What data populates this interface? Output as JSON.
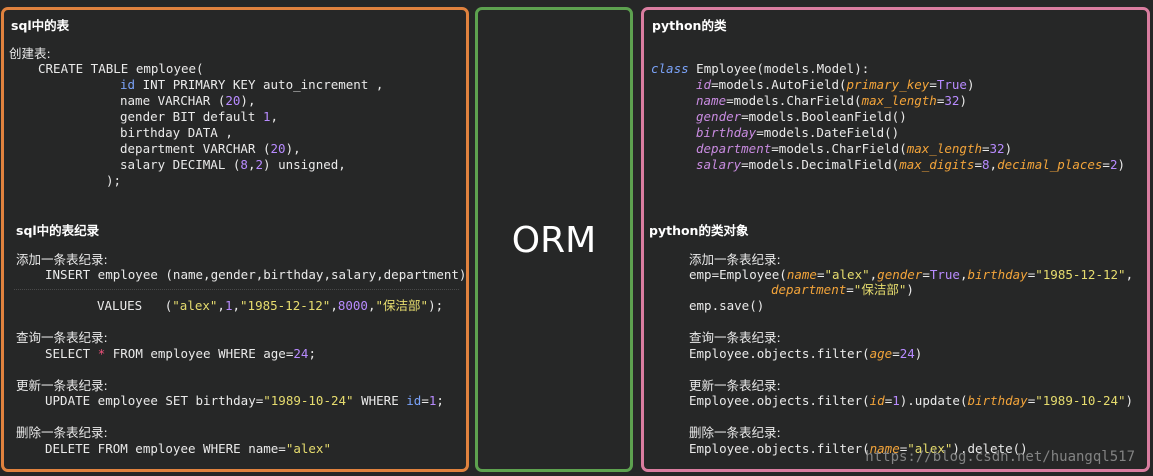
{
  "sql_panel": {
    "title": "sql中的表",
    "create_heading": "创建表:",
    "create_lines": [
      "CREATE TABLE employee(",
      "id INT PRIMARY KEY auto_increment ,",
      "name VARCHAR (20),",
      "gender BIT default 1,",
      "birthday DATA ,",
      "department VARCHAR (20),",
      "salary DECIMAL (8,2) unsigned,",
      ");"
    ],
    "record_title": "sql中的表纪录",
    "insert_heading": "添加一条表纪录:",
    "insert_line1": "INSERT employee (name,gender,birthday,salary,department)",
    "insert_line2": "VALUES   (\"alex\",1,\"1985-12-12\",8000,\"保洁部\");",
    "select_heading": "查询一条表纪录:",
    "select_line": "SELECT * FROM employee WHERE age=24;",
    "update_heading": "更新一条表纪录:",
    "update_line": "UPDATE employee SET birthday=\"1989-10-24\" WHERE id=1;",
    "delete_heading": "删除一条表纪录:",
    "delete_line": "DELETE FROM employee WHERE name=\"alex\""
  },
  "orm_panel": {
    "label": "ORM"
  },
  "py_panel": {
    "title": "python的类",
    "class_lines": [
      "class Employee(models.Model):",
      "id=models.AutoField(primary_key=True)",
      "name=models.CharField(max_length=32)",
      "gender=models.BooleanField()",
      "birthday=models.DateField()",
      "department=models.CharField(max_length=32)",
      "salary=models.DecimalField(max_digits=8,decimal_places=2)"
    ],
    "object_title": "python的类对象",
    "add_heading": "添加一条表纪录:",
    "add_line1": "emp=Employee(name=\"alex\",gender=True,birthday=\"1985-12-12\",",
    "add_line2": "department=\"保洁部\")",
    "add_line3": "emp.save()",
    "query_heading": "查询一条表纪录:",
    "query_line": "Employee.objects.filter(age=24)",
    "update_heading": "更新一条表纪录:",
    "update_line": "Employee.objects.filter(id=1).update(birthday=\"1989-10-24\")",
    "delete_heading": "删除一条表纪录:",
    "delete_line": "Employee.objects.filter(name=\"alex\").delete()"
  },
  "watermark": "https://blog.csdn.net/huangql517",
  "colors": {
    "sql_border": "#e0823e",
    "orm_border": "#5da24f",
    "py_border": "#da7da0",
    "background": "#262727"
  }
}
